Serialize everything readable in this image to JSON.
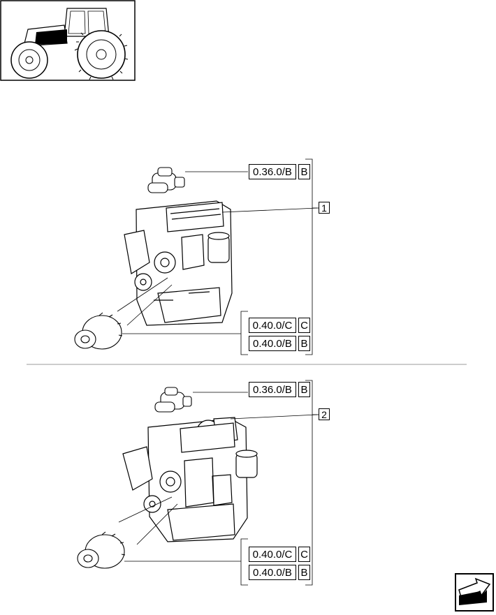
{
  "diagram": {
    "group_1": {
      "callout": "1",
      "refs": [
        {
          "code": "0.36.0/B",
          "letter": "B"
        },
        {
          "code": "0.40.0/C",
          "letter": "C"
        },
        {
          "code": "0.40.0/B",
          "letter": "B"
        }
      ]
    },
    "group_2": {
      "callout": "2",
      "refs": [
        {
          "code": "0.36.0/B",
          "letter": "B"
        },
        {
          "code": "0.40.0/C",
          "letter": "C"
        },
        {
          "code": "0.40.0/B",
          "letter": "B"
        }
      ]
    }
  },
  "icons": {
    "thumbnail": "tractor-icon",
    "navigation": "arrow-icon"
  }
}
